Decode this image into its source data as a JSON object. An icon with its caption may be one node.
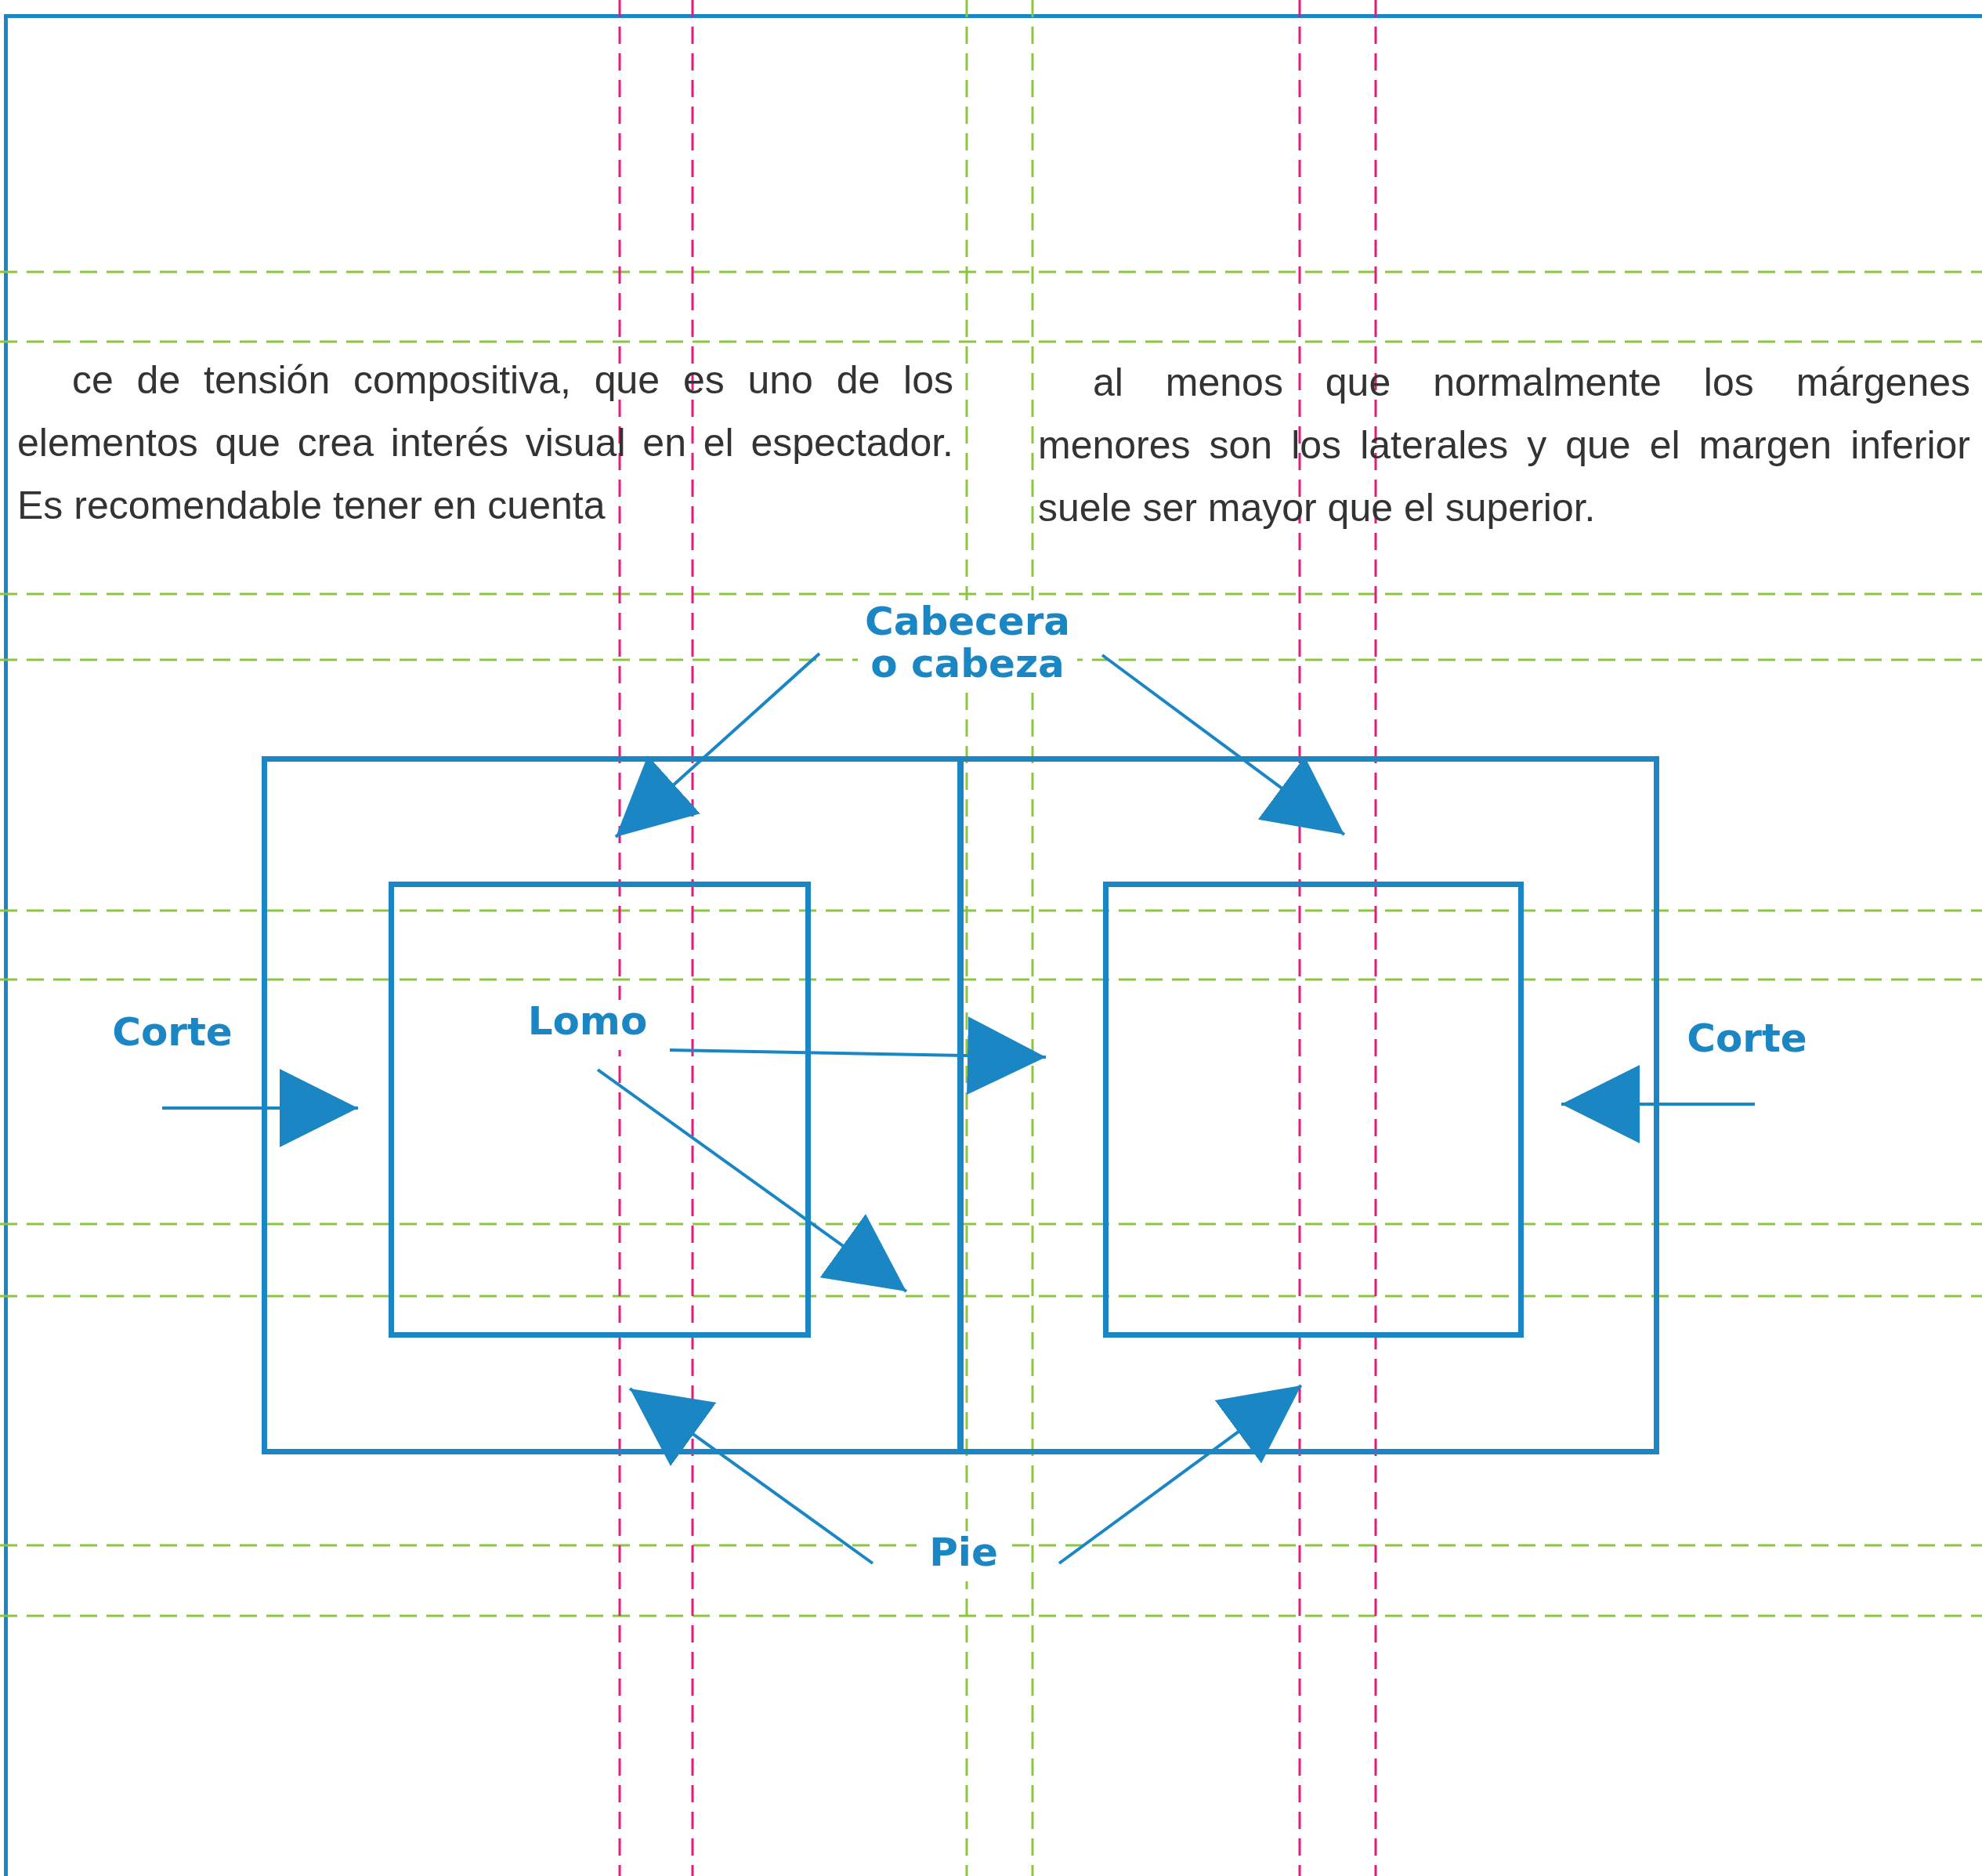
{
  "diagram": {
    "nodes": [
      {
        "text": [
          "Cabecera o cabeza"
        ]
      },
      {
        "text": [],
        "shape": "box"
      },
      {
        "text": [],
        "shape": "box",
        "in": 1
      },
      {
        "text": [],
        "shape": "box"
      },
      {
        "text": [],
        "shape": "box",
        "in": 3
      },
      {
        "text": [
          "Corte"
        ]
      },
      {
        "text": [
          "Lomo"
        ],
        "in": 2
      },
      {
        "text": [
          "Corte"
        ]
      },
      {
        "text": [
          "Pie"
        ]
      }
    ],
    "edges": [
      {
        "from": 0,
        "to": 2,
        "arrow": "to"
      },
      {
        "from": 0,
        "to": 4,
        "arrow": "to"
      },
      {
        "from": 5,
        "to": 2,
        "arrow": "to"
      },
      {
        "from": 6,
        "to": null,
        "arrow": "to"
      },
      {
        "from": 6,
        "to": 3,
        "arrow": "to"
      },
      {
        "from": 7,
        "to": 4,
        "arrow": "to"
      },
      {
        "from": 8,
        "to": 2,
        "arrow": "to"
      },
      {
        "from": 8,
        "to": 4,
        "arrow": "to"
      }
    ],
    "labels": [
      "ce de tensión compositiva, que es uno de los elementos que crea interés visual en el espectador. Es recomendable tener en cuenta",
      "al menos que normalmente los márgenes menores son los laterales y que el margen inferior suele ser mayor que el superior."
    ]
  }
}
